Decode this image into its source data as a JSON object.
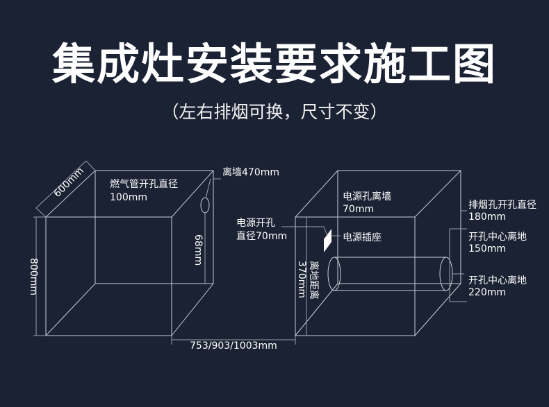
{
  "header": {
    "title": "集成灶安装要求施工图",
    "subtitle": "（左右排烟可换，尺寸不变）"
  },
  "left_cabinet": {
    "depth_label": "600mm",
    "height_label": "800mm",
    "gas_pipe_line1": "燃气管开孔直径",
    "gas_pipe_line2": "100mm",
    "wall_distance": "离墙470mm",
    "hole_height": "68mm"
  },
  "bottom_width_label": "753/903/1003mm",
  "right_cabinet": {
    "power_hole_wall_line1": "电源孔离墙",
    "power_hole_wall_line2": "70mm",
    "power_hole_line1": "电源开孔",
    "power_hole_line2": "直径70mm",
    "socket_label": "电源插座",
    "ground_distance_line1": "离地距离",
    "ground_distance_line2": "370mm",
    "exhaust_line1": "排烟孔开孔直径",
    "exhaust_line2": "180mm",
    "center_ground_1_line1": "开孔中心离地",
    "center_ground_1_line2": "150mm",
    "center_ground_2_line1": "开孔中心离地",
    "center_ground_2_line2": "220mm"
  }
}
